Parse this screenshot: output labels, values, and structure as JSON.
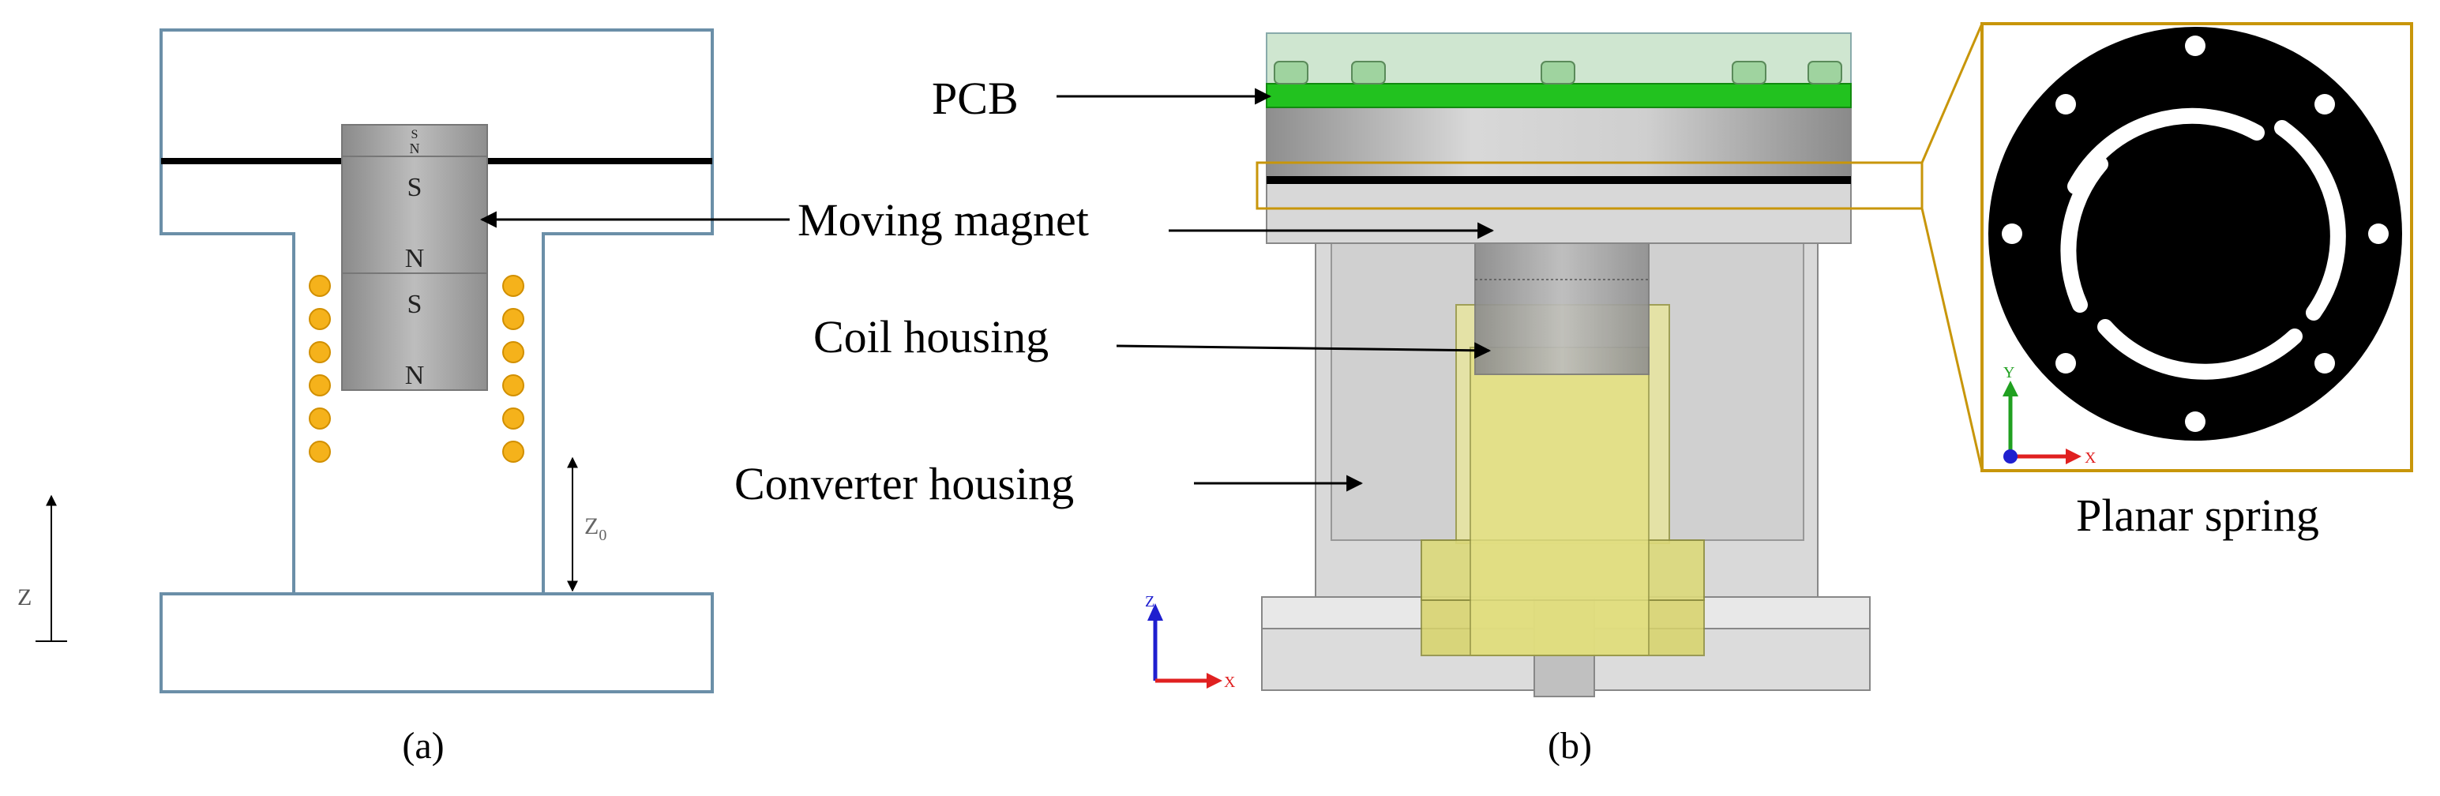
{
  "panel_a": {
    "caption": "(a)",
    "magnet_labels": {
      "top_small_s": "S",
      "top_small_n": "N",
      "upper_s": "S",
      "upper_n": "N",
      "lower_s": "S",
      "lower_n": "N"
    },
    "z_axis_label": "Z",
    "z0_label": "Z",
    "z0_subscript": "0"
  },
  "panel_b": {
    "caption": "(b)",
    "labels": {
      "pcb": "PCB",
      "moving_magnet": "Moving magnet",
      "coil_housing": "Coil housing",
      "converter_housing": "Converter housing"
    },
    "axis": {
      "z": "Z",
      "x": "X"
    }
  },
  "spring_inset": {
    "caption": "Planar spring",
    "axis": {
      "y": "Y",
      "x": "X"
    }
  },
  "colors": {
    "coil_wire": "#f5b21b",
    "magnet": "#a8a8a8",
    "housing_outline": "#6b8fa8",
    "pcb_green": "#22c21f",
    "coil_housing_yellow": "#e0df8a",
    "inset_border": "#c8960a",
    "axis_z": "#1f1fcf",
    "axis_x": "#e02020",
    "axis_y": "#20a020"
  }
}
